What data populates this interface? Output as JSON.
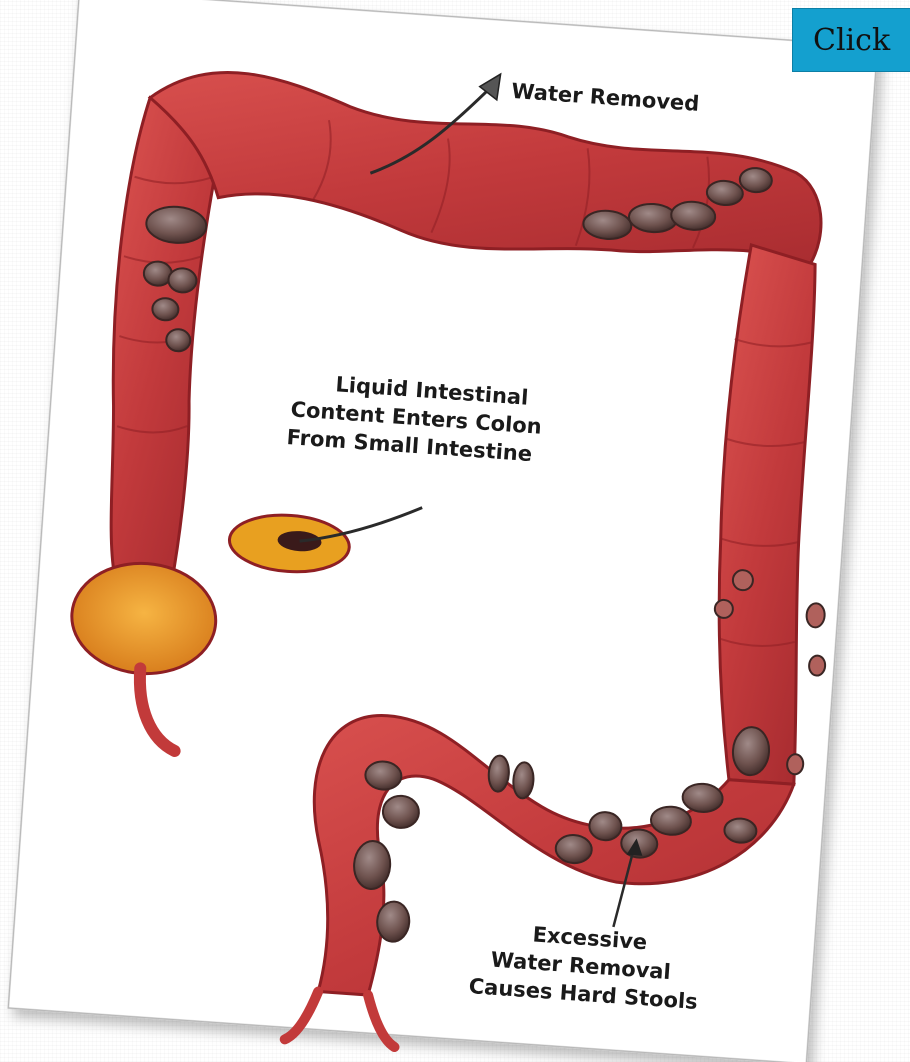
{
  "button": {
    "label": "Click"
  },
  "diagram": {
    "labels": {
      "water_removed": "Water Removed",
      "liquid_line1": "Liquid Intestinal",
      "liquid_line2": "Content Enters Colon",
      "liquid_line3": "From Small Intestine",
      "excessive_line1": "Excessive",
      "excessive_line2": "Water Removal",
      "excessive_line3": "Causes Hard Stools"
    }
  },
  "colors": {
    "button_bg": "#14a0cf",
    "colon_red": "#c83a3a",
    "colon_dark": "#8e1f24",
    "stool_brown": "#6a4a45",
    "cecum_orange": "#e8a020"
  }
}
